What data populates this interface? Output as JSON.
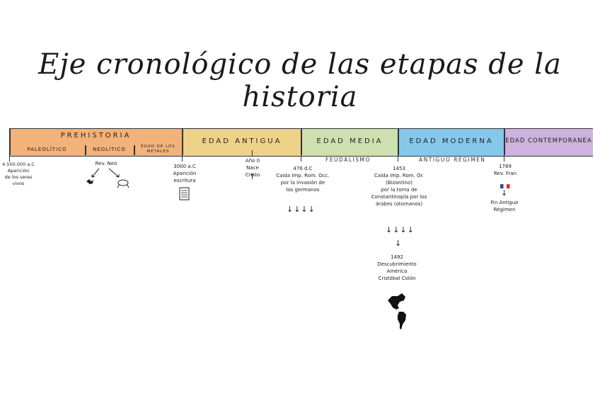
{
  "title": "Eje cronológico de las etapas de la historia",
  "periods": [
    {
      "name": "PREHISTORIA",
      "color": "#f2b27a"
    },
    {
      "name": "EDAD ANTIGUA",
      "color": "#efd28a"
    },
    {
      "name": "EDAD MEDIA",
      "color": "#cfe0b0"
    },
    {
      "name": "EDAD MODERNA",
      "color": "#86c8ea"
    },
    {
      "name": "EDAD CONTEMPORANEA",
      "color": "#cdb3dd"
    }
  ],
  "prehistoria_sub": [
    "PALEOLÍTICO",
    "NEOLÍTICO",
    "EDAD DE LOS METALES"
  ],
  "labels": {
    "feudalismo": "FEUDALISMO",
    "antiguo_regimen": "ANTIGUO RÉGIMEN"
  },
  "events": {
    "paleo": "4.500.000 a.C\nAparición\nde los seres\nvivos",
    "neo": "Rev. Neo",
    "escritura": "3000 a.C\nAparición\nescritura",
    "cristo": "Año 0\nNace\nCristo",
    "imperio_occ": "476 d.C\nCaída Imp. Rom. Occ.\npor la invasión de\nlos germanos",
    "imperio_or": "1453\nCaída Imp. Rom. Or.\n(Bizantino)\npor la toma de\nConstantinopla por los\nárabes (otomanos)",
    "america": "1492\nDescubrimiento\nAmérica\nCristóbal Colón",
    "rev_fran": "1789\nRev. Fran",
    "fin_antiguo": "Fin Antiguo\nRégimen"
  }
}
